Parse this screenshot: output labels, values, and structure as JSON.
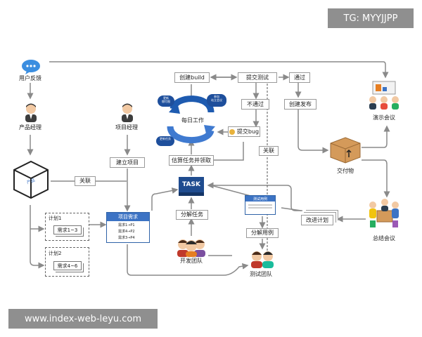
{
  "watermarks": {
    "tg": "TG: MYYJJPP",
    "url": "www.index-web-leyu.com"
  },
  "nodes": {
    "user_feedback": "用户反馈",
    "product_manager": "产品经理",
    "product": "产品",
    "project_manager": "项目经理",
    "create_project": "建立项目",
    "relate_left": "关联",
    "plan1": "计划1",
    "plan1_item": "需求1~3",
    "plan2": "计划2",
    "plan2_item": "需求4~6",
    "project_req": {
      "title": "项目需求",
      "rows": [
        "需求1→P1",
        "需求4→P2",
        "需求3→P4"
      ]
    },
    "create_build": "创建build",
    "submit_test": "提交测试",
    "pass": "通过",
    "fail": "不通过",
    "create_release": "创建发布",
    "submit_bug": "提交bug",
    "daily_work": "每日工作",
    "cloud1": "更新\n燃尽图",
    "cloud2": "参加\n站立会议",
    "cloud3": "更新任务",
    "estimate": "估算任务并领取",
    "relate_mid": "关联",
    "task": "TASK",
    "split_task": "分解任务",
    "dev_team": "开发团队",
    "test_case_card": "测试用例",
    "split_case": "分解用例",
    "test_team": "测试团队",
    "demo_meeting": "演示会议",
    "deliverable": "交付物",
    "improve_plan": "改进计划",
    "summary_meeting": "总结会议"
  },
  "colors": {
    "line": "#8a8a8a",
    "blue_dark": "#1f4c8f",
    "blue_mid": "#3c73c4",
    "box_orange": "#d49a5a"
  },
  "icons": [
    "chat-bubble-icon",
    "person-icon",
    "cube-icon",
    "people-icon",
    "package-icon",
    "bug-icon"
  ]
}
